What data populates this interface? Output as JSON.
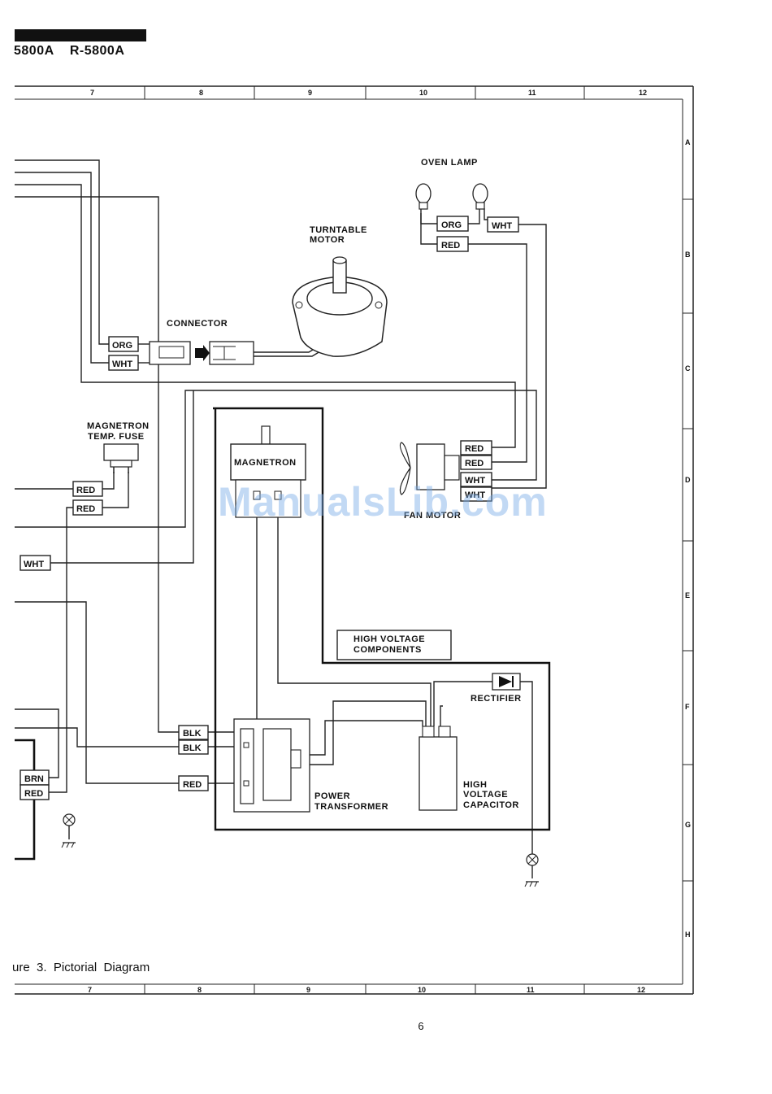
{
  "header": {
    "model_title": "5800A    R-5800A"
  },
  "grid": {
    "columns": [
      "7",
      "8",
      "9",
      "10",
      "11",
      "12"
    ],
    "rows": [
      "A",
      "B",
      "C",
      "D",
      "E",
      "F",
      "G",
      "H"
    ]
  },
  "components": {
    "oven_lamp": "OVEN LAMP",
    "turntable_motor_line1": "TURNTABLE",
    "turntable_motor_line2": "MOTOR",
    "connector": "CONNECTOR",
    "magnetron_fuse_line1": "MAGNETRON",
    "magnetron_fuse_line2": "TEMP. FUSE",
    "magnetron": "MAGNETRON",
    "fan_motor": "FAN MOTOR",
    "high_voltage_components_line1": "HIGH VOLTAGE",
    "high_voltage_components_line2": "COMPONENTS",
    "rectifier": "RECTIFIER",
    "power_transformer_line1": "POWER",
    "power_transformer_line2": "TRANSFORMER",
    "hv_capacitor_line1": "HIGH",
    "hv_capacitor_line2": "VOLTAGE",
    "hv_capacitor_line3": "CAPACITOR"
  },
  "wire_tags": {
    "lamp_org": "ORG",
    "lamp_wht": "WHT",
    "lamp_red": "RED",
    "conn_org": "ORG",
    "conn_wht": "WHT",
    "fuse_red_top": "RED",
    "fuse_red_bottom": "RED",
    "left_wht": "WHT",
    "fan_red_1": "RED",
    "fan_red_2": "RED",
    "fan_wht_1": "WHT",
    "fan_wht_2": "WHT",
    "tr_blk_1": "BLK",
    "tr_blk_2": "BLK",
    "tr_red": "RED",
    "left_brn": "BRN",
    "left_red": "RED"
  },
  "caption": "ure  3.  Pictorial  Diagram",
  "page_number": "6",
  "watermark": "ManualsLib.com"
}
